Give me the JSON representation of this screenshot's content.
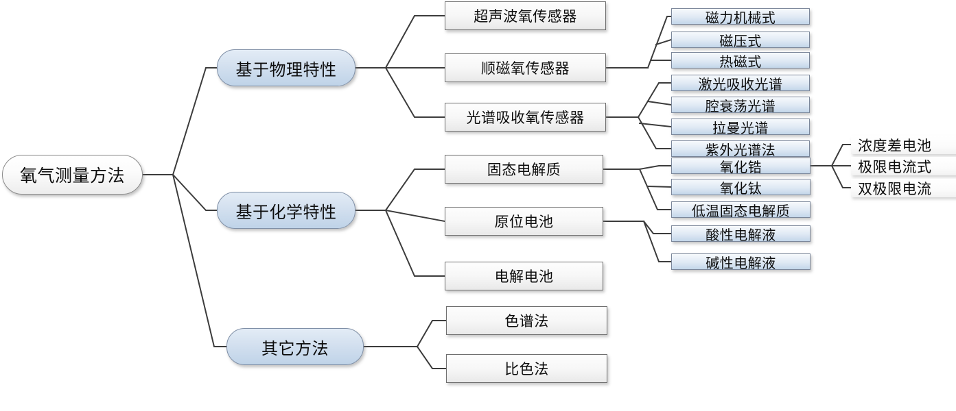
{
  "diagram": {
    "title": "氧气测量方法",
    "type": "mind-map-tree",
    "orientation": "left-to-right",
    "background_color": "#ffffff",
    "edge_color": "#3c3c3c",
    "palette": {
      "root_fill": "#f2f2f2",
      "level2_fill": "#cfdded",
      "level3_fill": "#f2f2f2",
      "level4_fill": "#d4e3f1",
      "level5_fill": "#f7f7f7",
      "border": "#6f6f6f",
      "text": "#0d0d0d"
    }
  },
  "nodes": {
    "root": {
      "label": "氧气测量方法"
    },
    "level2": [
      {
        "id": "physical",
        "label": "基于物理特性"
      },
      {
        "id": "chemical",
        "label": "基于化学特性"
      },
      {
        "id": "other",
        "label": "其它方法"
      }
    ],
    "level3": [
      {
        "id": "ultrasonic",
        "parent": "physical",
        "label": "超声波氧传感器"
      },
      {
        "id": "paramagnetic",
        "parent": "physical",
        "label": "顺磁氧传感器"
      },
      {
        "id": "spectral",
        "parent": "physical",
        "label": "光谱吸收氧传感器"
      },
      {
        "id": "solid-electrolyte",
        "parent": "chemical",
        "label": "固态电解质"
      },
      {
        "id": "galvanic-cell",
        "parent": "chemical",
        "label": "原位电池"
      },
      {
        "id": "electrolytic-cell",
        "parent": "chemical",
        "label": "电解电池"
      },
      {
        "id": "chromatography",
        "parent": "other",
        "label": "色谱法"
      },
      {
        "id": "colorimetry",
        "parent": "other",
        "label": "比色法"
      }
    ],
    "level4": [
      {
        "id": "magneto-mechanical",
        "parent": "paramagnetic",
        "label": "磁力机械式"
      },
      {
        "id": "magneto-pressure",
        "parent": "paramagnetic",
        "label": "磁压式"
      },
      {
        "id": "thermo-magnetic",
        "parent": "paramagnetic",
        "label": "热磁式"
      },
      {
        "id": "laser-absorption",
        "parent": "spectral",
        "label": "激光吸收光谱"
      },
      {
        "id": "cavity-ringdown",
        "parent": "spectral",
        "label": "腔衰荡光谱"
      },
      {
        "id": "raman",
        "parent": "spectral",
        "label": "拉曼光谱"
      },
      {
        "id": "uv-spectroscopy",
        "parent": "spectral",
        "label": "紫外光谱法"
      },
      {
        "id": "zirconia",
        "parent": "solid-electrolyte",
        "label": "氧化锆"
      },
      {
        "id": "titania",
        "parent": "solid-electrolyte",
        "label": "氧化钛"
      },
      {
        "id": "low-temp-solid-electrolyte",
        "parent": "solid-electrolyte",
        "label": "低温固态电解质"
      },
      {
        "id": "acid-electrolyte",
        "parent": "galvanic-cell",
        "label": "酸性电解液"
      },
      {
        "id": "alkaline-electrolyte",
        "parent": "galvanic-cell",
        "label": "碱性电解液"
      }
    ],
    "level5": [
      {
        "id": "concentration-cell",
        "parent": "zirconia",
        "label": "浓度差电池"
      },
      {
        "id": "limiting-current",
        "parent": "zirconia",
        "label": "极限电流式"
      },
      {
        "id": "dual-limiting-current",
        "parent": "zirconia",
        "label": "双极限电流"
      }
    ]
  }
}
